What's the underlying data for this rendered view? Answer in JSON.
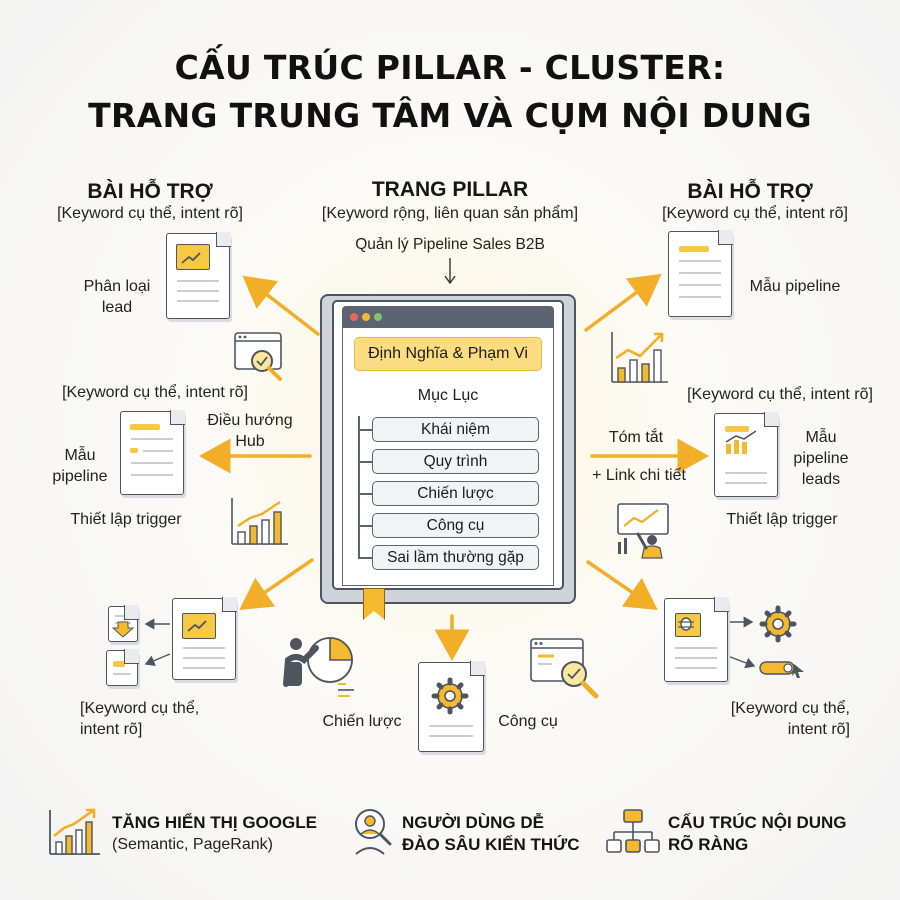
{
  "title": {
    "line1": "CẤU TRÚC PILLAR - CLUSTER:",
    "line2": "TRANG TRUNG TÂM VÀ CỤM NỘI DUNG"
  },
  "pillar": {
    "heading": "TRANG PILLAR",
    "subtitle": "[Keyword rộng, liên quan sản phẩm]",
    "topic": "Quản lý Pipeline Sales B2B",
    "definition": "Định Nghĩa & Phạm Vi",
    "toc_title": "Mục Lục",
    "toc_items": [
      "Khái niệm",
      "Quy trình",
      "Chiến lược",
      "Công cụ",
      "Sai lầm thường gặp"
    ]
  },
  "support_left": {
    "heading": "BÀI HỖ TRỢ",
    "subtitle": "[Keyword cụ thể, intent rõ]"
  },
  "support_right": {
    "heading": "BÀI HỖ TRỢ",
    "subtitle": "[Keyword cụ thể, intent rõ]"
  },
  "nodes": {
    "lead_class": "Phân loại\nlead",
    "mid_left_keyword": "[Keyword cụ thể, intent rõ]",
    "hub_nav": "Điều hướng\nHub",
    "pipeline_template_left": "Mẫu\npipeline",
    "trigger_left": "Thiết lập trigger",
    "pipeline_template_right": "Mẫu pipeline",
    "mid_right_keyword": "[Keyword cụ thể, intent rõ]",
    "summary": "Tóm tắt",
    "detail_link": "+ Link chi tiết",
    "pipeline_leads": "Mẫu\npipeline\nleads",
    "trigger_right": "Thiết lập trigger",
    "bottom_left_keyword": "[Keyword cụ thể,\nintent rõ]",
    "strategy": "Chiến lược",
    "tools": "Công cụ",
    "bottom_right_keyword": "[Keyword cụ thể,\nintent rõ]"
  },
  "footer": [
    {
      "title": "TĂNG HIỂN THỊ GOOGLE",
      "subtitle": "(Semantic, PageRank)",
      "icon": "growth-chart-icon"
    },
    {
      "title": "NGƯỜI DÙNG DỄ\nĐÀO SÂU KIẾN THỨC",
      "icon": "user-search-icon"
    },
    {
      "title": "CẤU TRÚC NỘI DUNG\nRÕ RÀNG",
      "icon": "hierarchy-icon"
    }
  ],
  "colors": {
    "accent": "#f5b92e",
    "accent_light": "#fcdc82",
    "outline": "#4d5560",
    "text": "#1c1c1c"
  }
}
